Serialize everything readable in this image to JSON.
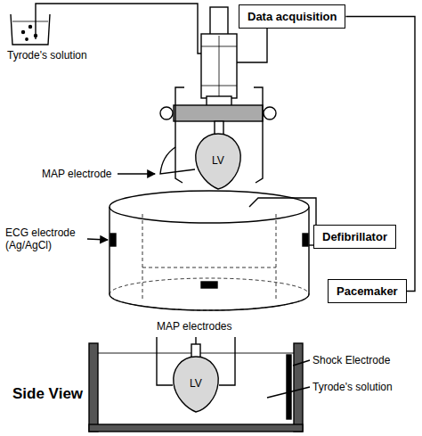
{
  "diagram": {
    "nodes": [
      {
        "text": [
          "Data acquisition"
        ]
      },
      {
        "text": [
          "Defibrillator"
        ]
      },
      {
        "text": [
          "Pacemaker"
        ]
      }
    ],
    "edges": [
      {
        "from": 0,
        "to": 2,
        "arrow": "none"
      }
    ],
    "labels": [
      "Tyrode's solution",
      "MAP electrode",
      "ECG electrode (Ag/AgCl)",
      "LV",
      "MAP electrodes",
      "Shock Electrode",
      "Tyrode's solution",
      "Side View",
      "LV"
    ]
  }
}
